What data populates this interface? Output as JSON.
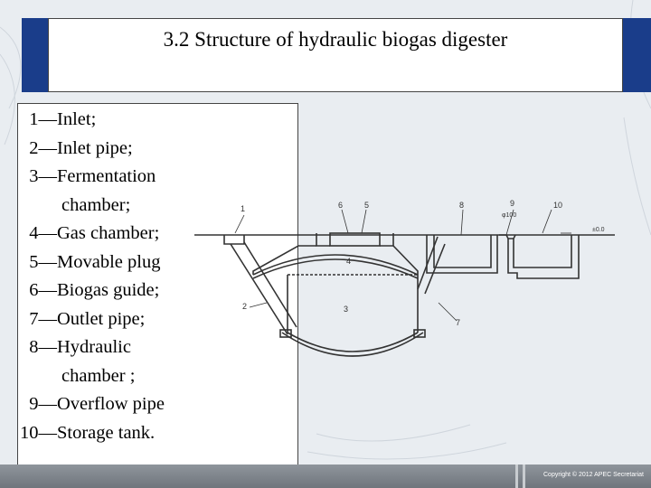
{
  "slide": {
    "title": "3.2  Structure of hydraulic biogas digester",
    "copyright": "Copyright © 2012 APEC Secretariat"
  },
  "legend": [
    {
      "num": "1—",
      "text": "Inlet;",
      "cont": ""
    },
    {
      "num": "2—",
      "text": "Inlet pipe;",
      "cont": ""
    },
    {
      "num": "3—",
      "text": "Fermentation",
      "cont": "chamber;"
    },
    {
      "num": "4—",
      "text": "Gas chamber;",
      "cont": ""
    },
    {
      "num": "5—",
      "text": "Movable plug",
      "cont": ""
    },
    {
      "num": "6—",
      "text": "Biogas guide;",
      "cont": ""
    },
    {
      "num": "7—",
      "text": "Outlet pipe;",
      "cont": ""
    },
    {
      "num": "8—",
      "text": "Hydraulic",
      "cont": "chamber ;"
    },
    {
      "num": "9—",
      "text": "Overflow pipe",
      "cont": ""
    },
    {
      "num": "10—",
      "text": "Storage tank.",
      "cont": ""
    }
  ],
  "diagram": {
    "labels": {
      "l1": "1",
      "l2": "2",
      "l3": "3",
      "l4": "4",
      "l5": "5",
      "l6": "6",
      "l7": "7",
      "l8": "8",
      "l9": "9",
      "l10": "10",
      "level": "±0.0",
      "pipe_dia": "φ100"
    }
  },
  "colors": {
    "line": "#333333",
    "background": "#e9edf1",
    "panel": "#ffffff"
  }
}
